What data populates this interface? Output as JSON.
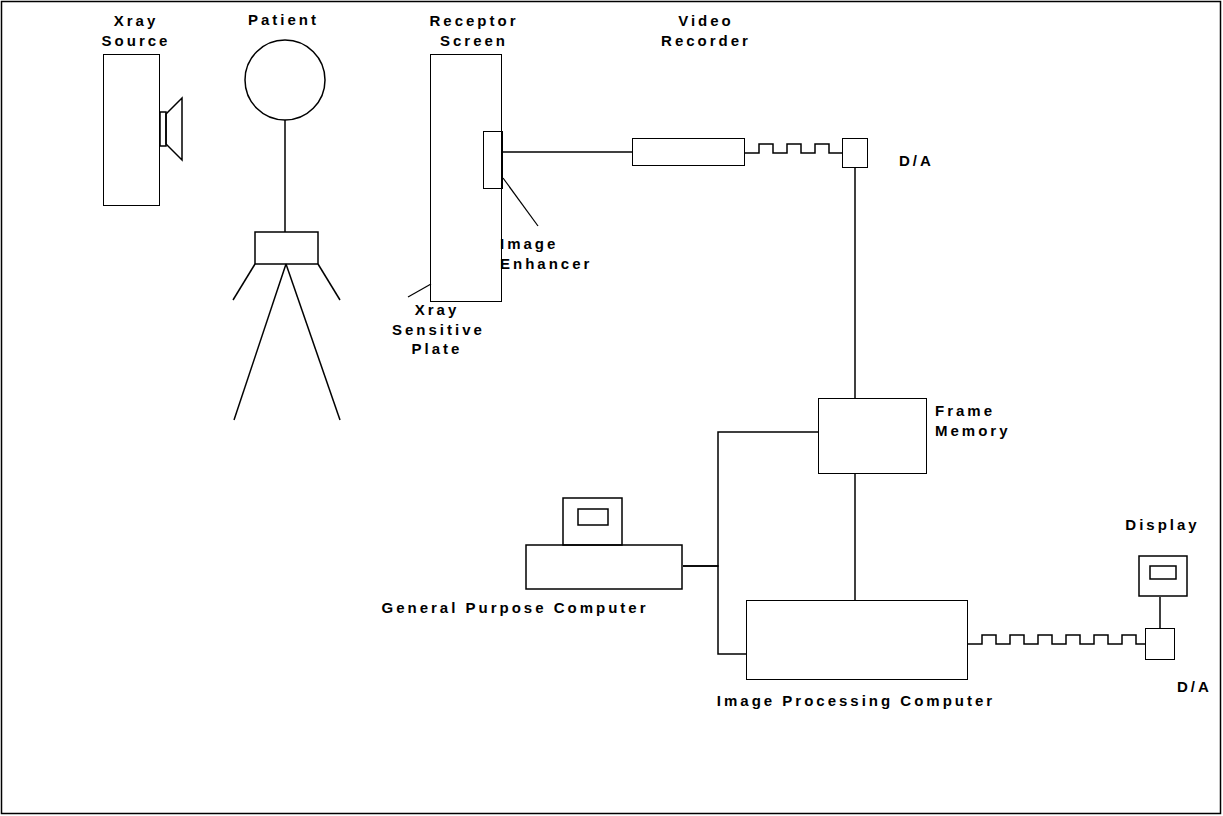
{
  "diagram": {
    "nodes": [
      {
        "text": [
          "Xray Source"
        ]
      },
      {
        "text": [
          "Receptor Screen"
        ]
      },
      {
        "text": [
          "Image Enhancer"
        ],
        "in": 1
      },
      {
        "text": [
          "Video Recorder"
        ]
      },
      {
        "text": [
          "D/A"
        ]
      },
      {
        "text": [
          "Frame Memory"
        ]
      },
      {
        "text": [
          "General Purpose Computer"
        ]
      },
      {
        "text": [
          "Image Processing Computer"
        ]
      },
      {
        "text": [
          "D/A"
        ]
      },
      {
        "text": [
          "Display"
        ]
      }
    ],
    "edges": [
      {
        "from": 2,
        "to": 3,
        "arrow": "none"
      },
      {
        "from": 3,
        "to": 4,
        "arrow": "none"
      },
      {
        "from": 4,
        "to": 5,
        "arrow": "none"
      },
      {
        "from": 5,
        "to": 7,
        "arrow": "none"
      },
      {
        "from": 6,
        "to": 5,
        "arrow": "none"
      },
      {
        "from": 6,
        "to": 7,
        "arrow": "none"
      },
      {
        "from": 7,
        "to": 8,
        "arrow": "none"
      },
      {
        "from": 8,
        "to": 9,
        "arrow": "none"
      }
    ],
    "labels": [
      "Patient",
      "Xray Sensitive Plate"
    ]
  }
}
